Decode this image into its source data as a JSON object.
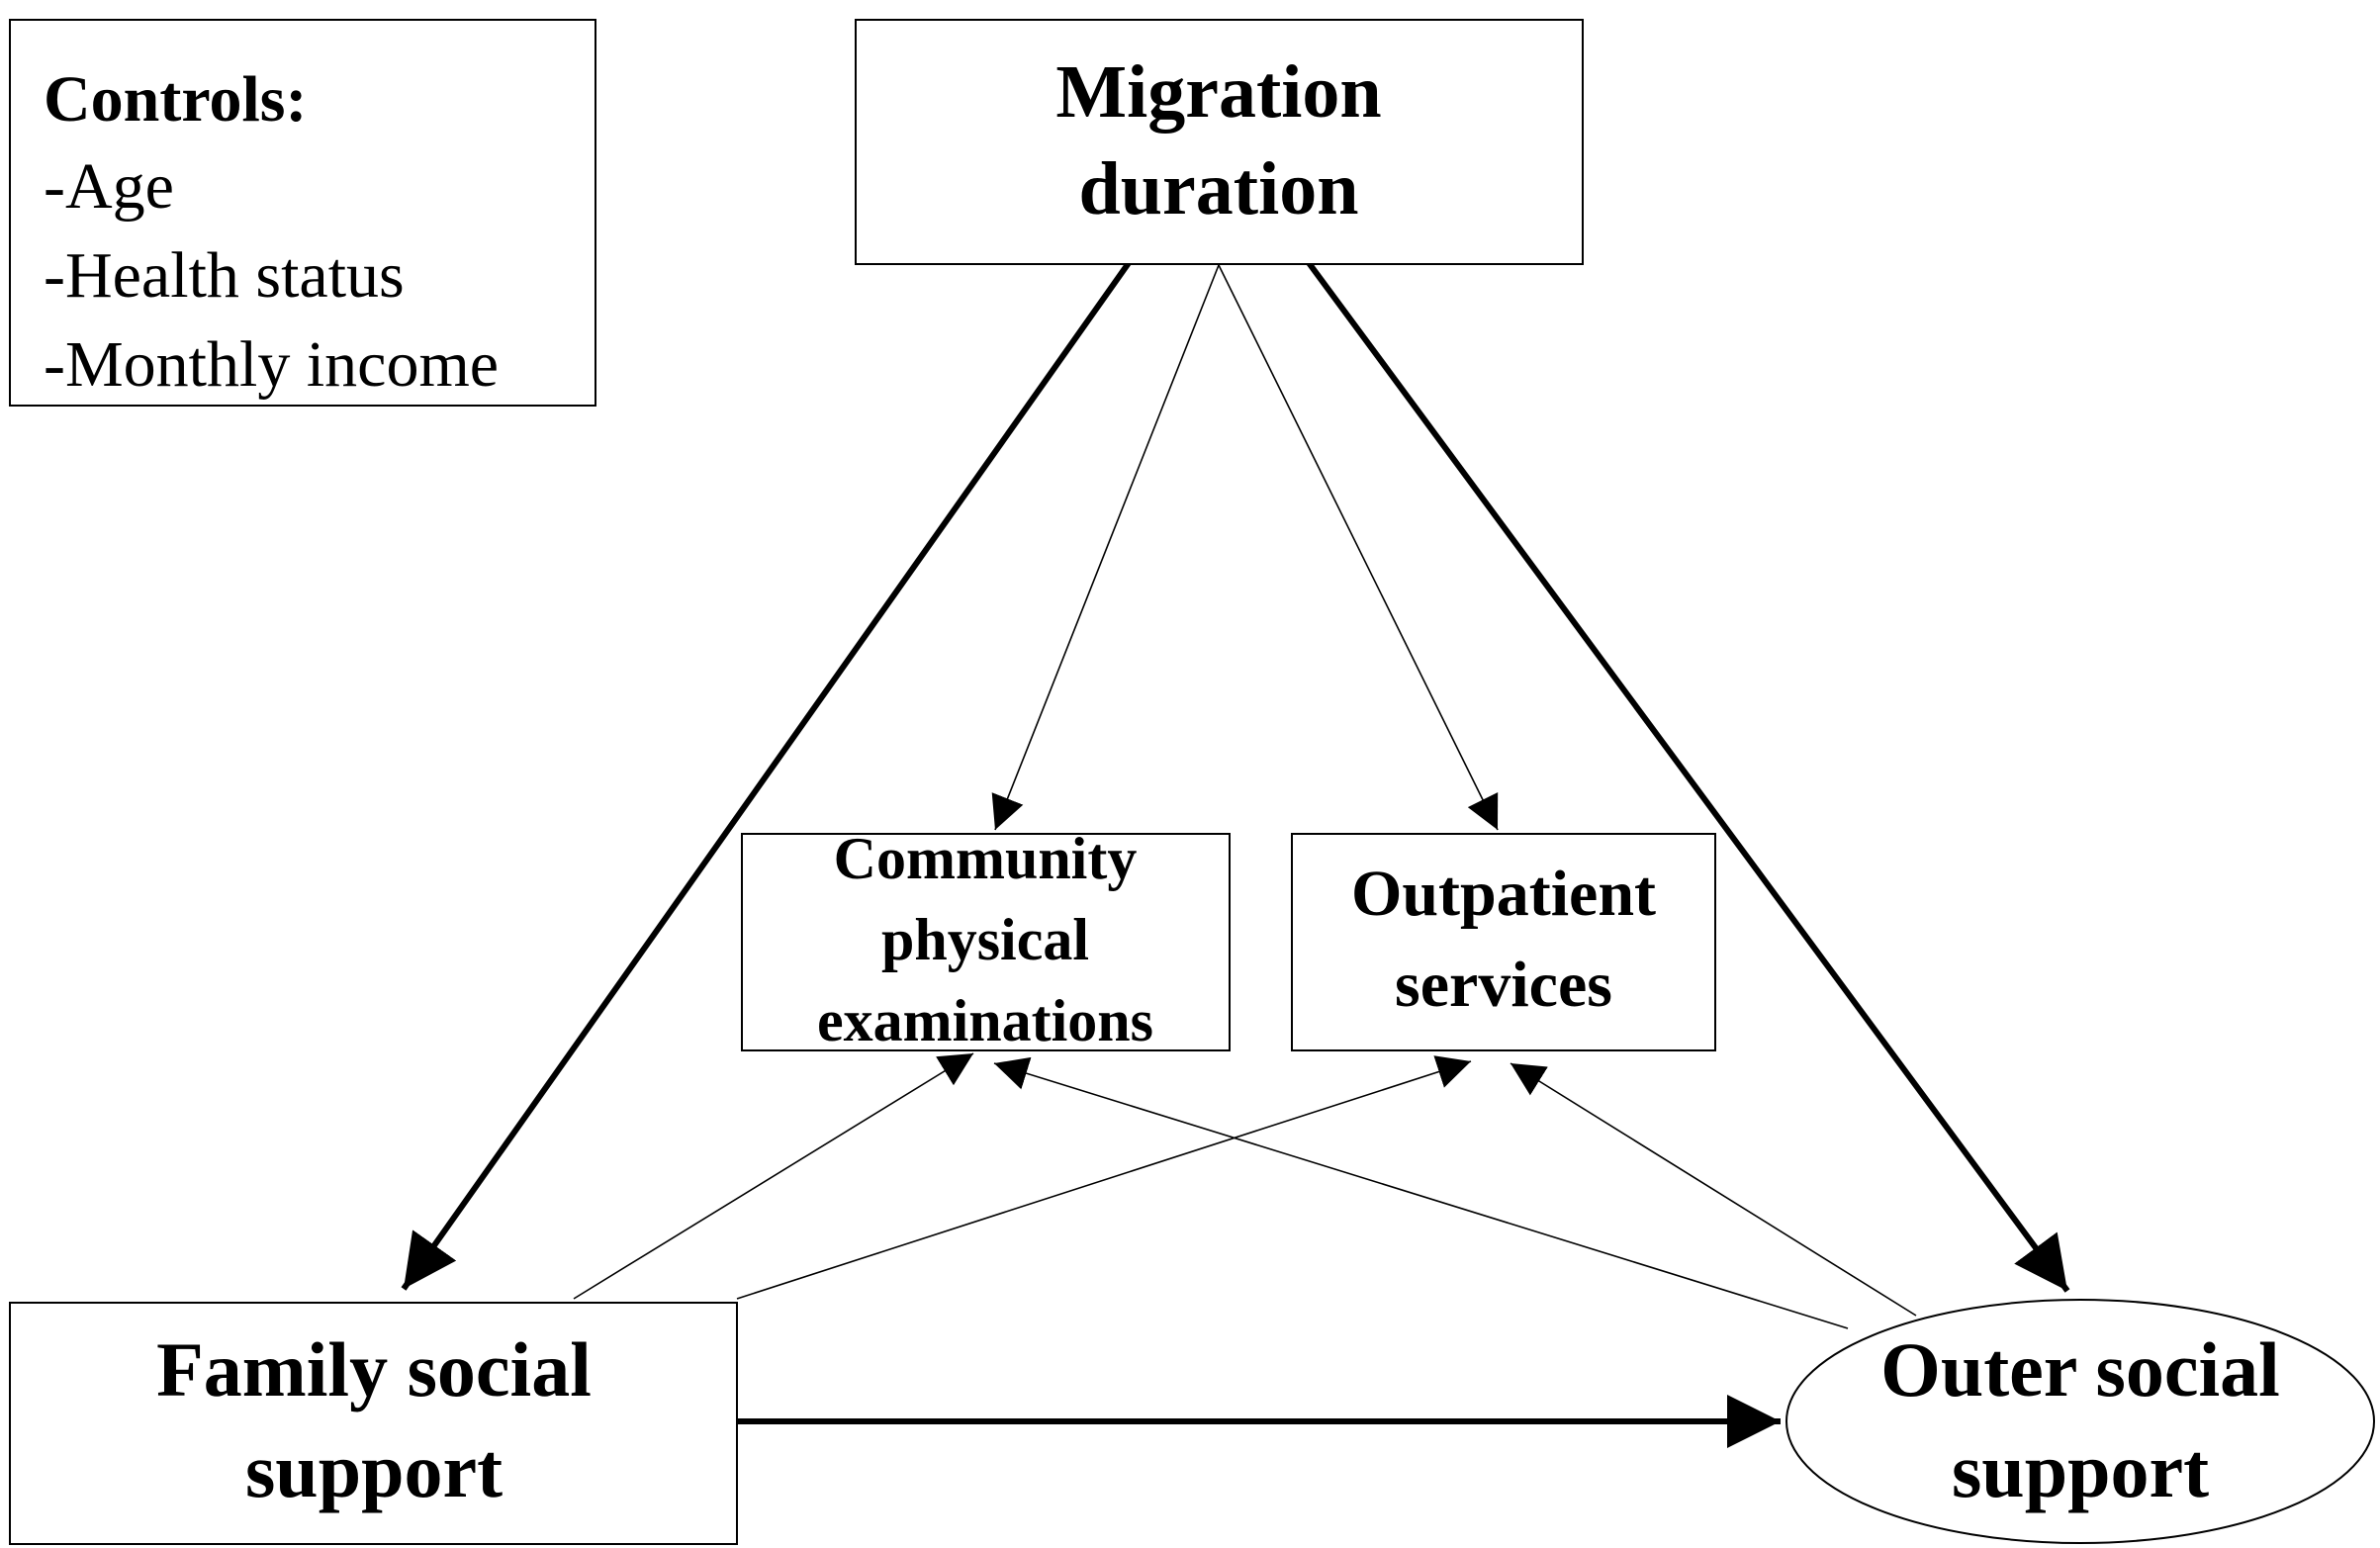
{
  "controls": {
    "heading": "Controls:",
    "items": [
      "-Age",
      "-Health status",
      "-Monthly income"
    ]
  },
  "nodes": {
    "migration_duration": {
      "lines": [
        "Migration",
        "duration"
      ]
    },
    "community_exams": {
      "lines": [
        "Community",
        "physical",
        "examinations"
      ]
    },
    "outpatient_services": {
      "lines": [
        "Outpatient",
        "services"
      ]
    },
    "family_social_support": {
      "lines": [
        "Family social",
        "support"
      ]
    },
    "outer_social_support": {
      "lines": [
        "Outer social",
        "support"
      ]
    }
  },
  "edges": [
    {
      "from": "Migration duration",
      "to": "Family social support",
      "weight": "thick"
    },
    {
      "from": "Migration duration",
      "to": "Outer social support",
      "weight": "thick"
    },
    {
      "from": "Family social support",
      "to": "Outer social support",
      "weight": "thick"
    },
    {
      "from": "Migration duration",
      "to": "Community physical examinations",
      "weight": "thin"
    },
    {
      "from": "Migration duration",
      "to": "Outpatient services",
      "weight": "thin"
    },
    {
      "from": "Family social support",
      "to": "Community physical examinations",
      "weight": "thin"
    },
    {
      "from": "Family social support",
      "to": "Outpatient services",
      "weight": "thin"
    },
    {
      "from": "Outer social support",
      "to": "Community physical examinations",
      "weight": "thin"
    },
    {
      "from": "Outer social support",
      "to": "Outpatient services",
      "weight": "thin"
    }
  ]
}
